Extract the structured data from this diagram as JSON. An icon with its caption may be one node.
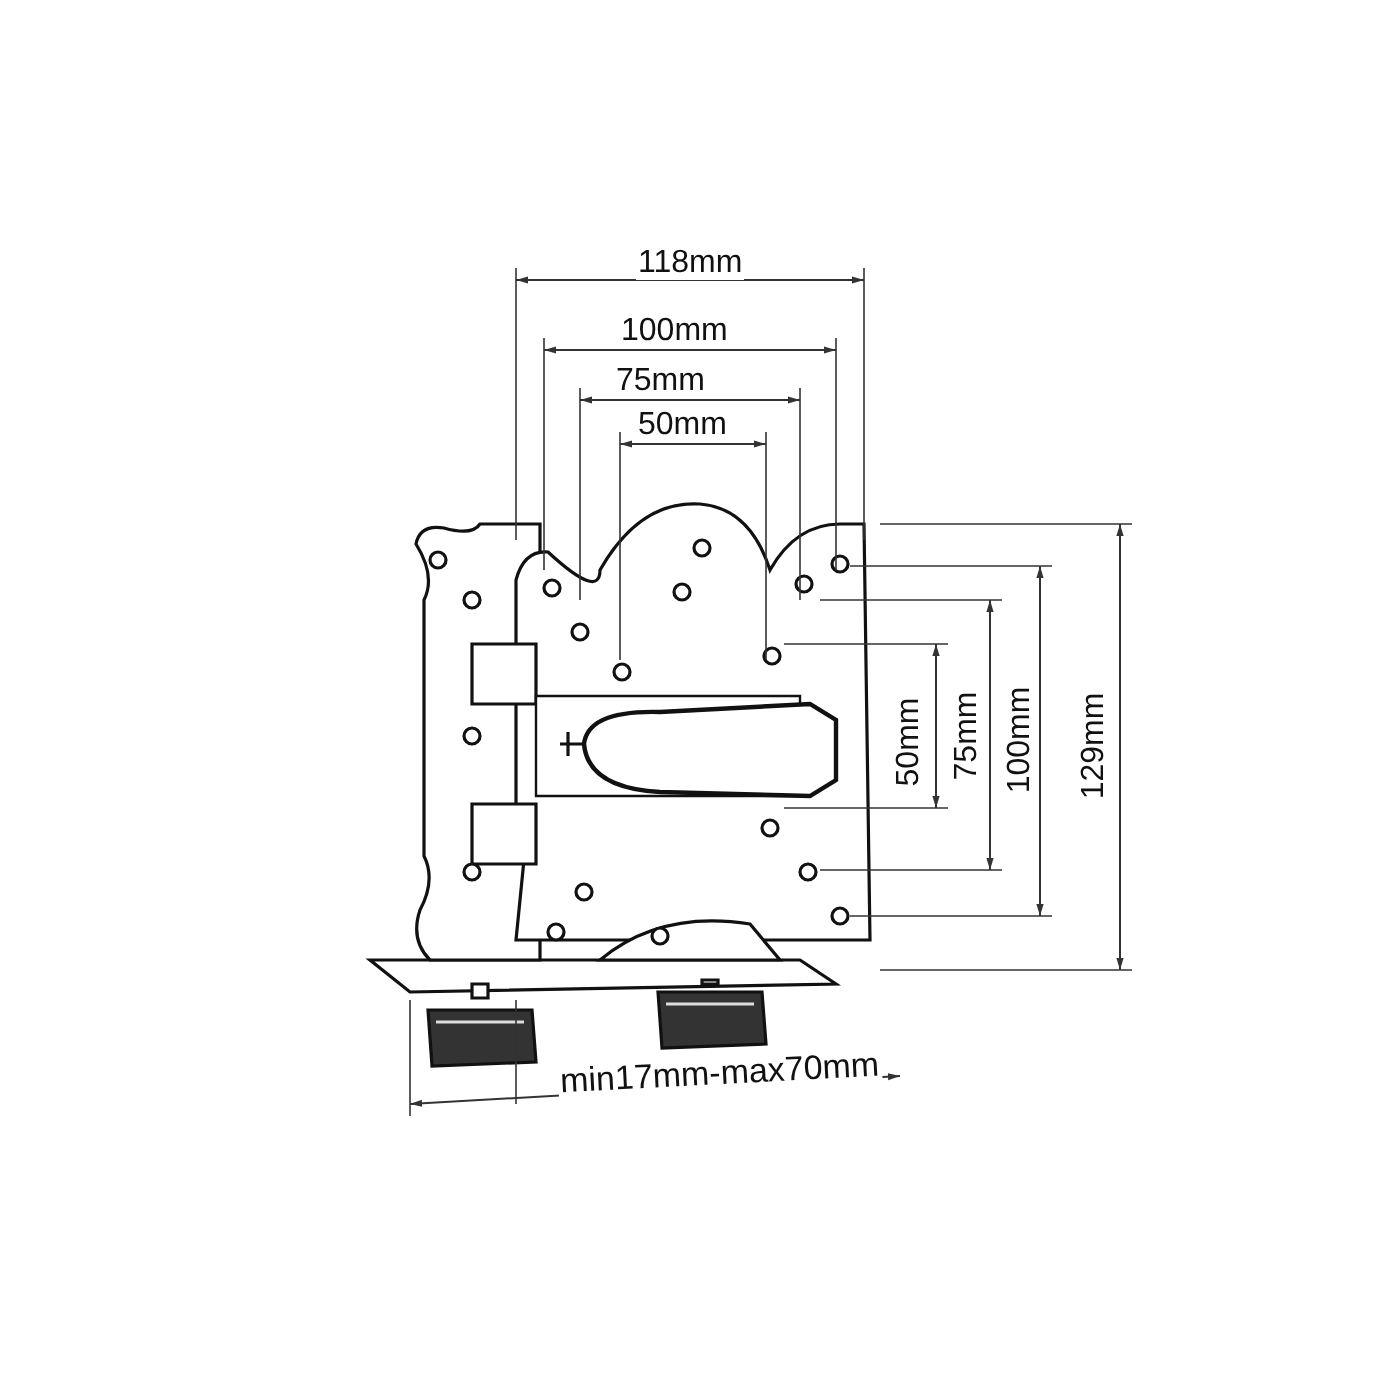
{
  "diagram": {
    "labels": [
      "118mm",
      "100mm",
      "75mm",
      "50mm",
      "50mm",
      "75mm",
      "100mm",
      "129mm",
      "min17mm-max70mm"
    ]
  }
}
